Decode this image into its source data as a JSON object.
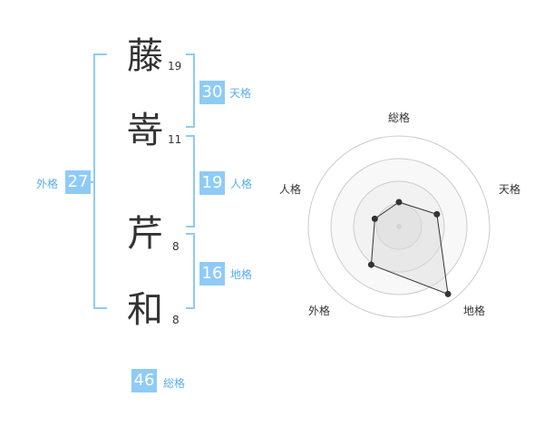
{
  "colors": {
    "accent": "#8ecbf7",
    "accent_text": "#5aaee8",
    "text": "#333333",
    "grid": "#cccccc",
    "area_fill": "#f0f0f0"
  },
  "name": {
    "characters": [
      {
        "char": "藤",
        "strokes": "19"
      },
      {
        "char": "嵜",
        "strokes": "11"
      },
      {
        "char": "芹",
        "strokes": "8"
      },
      {
        "char": "和",
        "strokes": "8"
      }
    ]
  },
  "kakusu": {
    "tenkaku": {
      "value": "30",
      "label": "天格"
    },
    "jinkaku": {
      "value": "19",
      "label": "人格"
    },
    "chikaku": {
      "value": "16",
      "label": "地格"
    },
    "gaikaku": {
      "value": "27",
      "label": "外格"
    },
    "soukaku": {
      "value": "46",
      "label": "総格"
    }
  },
  "chart_data": {
    "type": "radar",
    "axes": [
      "総格",
      "天格",
      "地格",
      "外格",
      "人格"
    ],
    "values": [
      0.27,
      0.44,
      0.92,
      0.52,
      0.28
    ],
    "rings": 4,
    "range": [
      0,
      1
    ]
  }
}
